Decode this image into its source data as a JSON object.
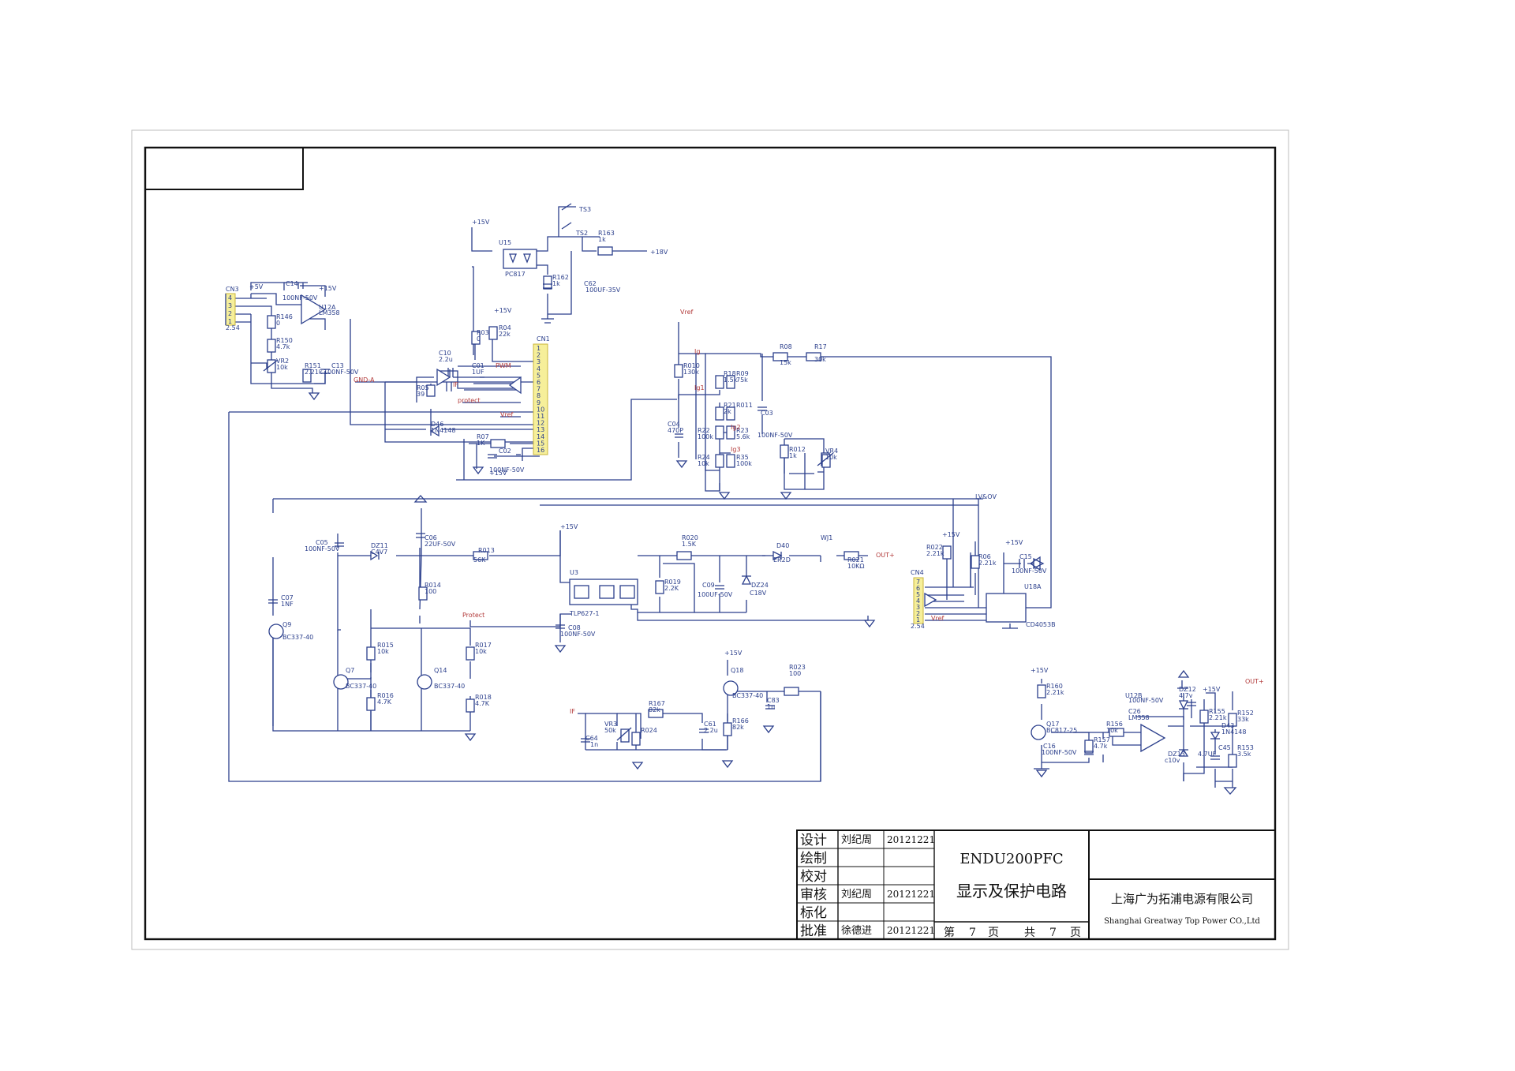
{
  "colors": {
    "wire": "#2b3f8c",
    "label_red": "#b23a3a",
    "frame": "#111111",
    "connector_fill": "#f6ef9a"
  },
  "title_block": {
    "role_labels": [
      "设计",
      "绘制",
      "校对",
      "审核",
      "标化",
      "批准"
    ],
    "names": [
      "刘纪周",
      "",
      "",
      "刘纪周",
      "",
      "徐德进"
    ],
    "dates": [
      "20121221",
      "",
      "",
      "20121221",
      "",
      "20121221"
    ],
    "drawing_no": "ENDU200PFC",
    "drawing_title": "显示及保护电路",
    "sheet_label": "第",
    "sheet_no": "7",
    "page_label": "页",
    "total_label": "共",
    "total_no": "7",
    "total_page_label": "页",
    "company_cn": "上海广为拓浦电源有限公司",
    "company_en": "Shanghai Greatway Top Power CO.,Ltd"
  },
  "schematic": {
    "labels": [
      {
        "t": "CN3"
      },
      {
        "t": "+5V"
      },
      {
        "t": "C14"
      },
      {
        "t": "+15V"
      },
      {
        "t": "100NF-50V"
      },
      {
        "t": "U12A"
      },
      {
        "t": "LM358"
      },
      {
        "t": "R146"
      },
      {
        "t": "0"
      },
      {
        "t": "R150"
      },
      {
        "t": "4.7k"
      },
      {
        "t": "VR2"
      },
      {
        "t": "10k"
      },
      {
        "t": "R151"
      },
      {
        "t": "2.21k"
      },
      {
        "t": "C13"
      },
      {
        "t": "100NF-50V"
      },
      {
        "t": "2.54"
      },
      {
        "t": "+15V"
      },
      {
        "t": "U15"
      },
      {
        "t": "PC817"
      },
      {
        "t": "TS3"
      },
      {
        "t": "TS2"
      },
      {
        "t": "R163"
      },
      {
        "t": "1k"
      },
      {
        "t": "+18V"
      },
      {
        "t": "R162"
      },
      {
        "t": "1k"
      },
      {
        "t": "C62"
      },
      {
        "t": "100UF-35V"
      },
      {
        "t": "+15V"
      },
      {
        "t": "R03"
      },
      {
        "t": "0"
      },
      {
        "t": "R04"
      },
      {
        "t": "22k"
      },
      {
        "t": "CN1"
      },
      {
        "t": "C10"
      },
      {
        "t": "2.2u"
      },
      {
        "t": "C01"
      },
      {
        "t": "1UF"
      },
      {
        "t": "PWM"
      },
      {
        "t": "GND-A"
      },
      {
        "t": "R05"
      },
      {
        "t": "39"
      },
      {
        "t": "IF"
      },
      {
        "t": "protect"
      },
      {
        "t": "Vref"
      },
      {
        "t": "D46"
      },
      {
        "t": "1N4148"
      },
      {
        "t": "R07"
      },
      {
        "t": "1K"
      },
      {
        "t": "C02"
      },
      {
        "t": "100NF-50V"
      },
      {
        "t": "+15V"
      },
      {
        "t": "Vref"
      },
      {
        "t": "Ig"
      },
      {
        "t": "Ig1"
      },
      {
        "t": "R010"
      },
      {
        "t": "130k"
      },
      {
        "t": "C04"
      },
      {
        "t": "470P"
      },
      {
        "t": "R18"
      },
      {
        "t": "1.5k"
      },
      {
        "t": "R09"
      },
      {
        "t": "75k"
      },
      {
        "t": "R21"
      },
      {
        "t": "2k"
      },
      {
        "t": "R011"
      },
      {
        "t": "R22"
      },
      {
        "t": "100k"
      },
      {
        "t": "R23"
      },
      {
        "t": "5.6k"
      },
      {
        "t": "R24"
      },
      {
        "t": "10k"
      },
      {
        "t": "R35"
      },
      {
        "t": "100k"
      },
      {
        "t": "Ig2"
      },
      {
        "t": "Ig3"
      },
      {
        "t": "R08"
      },
      {
        "t": "15k"
      },
      {
        "t": "R17"
      },
      {
        "t": "30k"
      },
      {
        "t": "C03"
      },
      {
        "t": "100NF-50V"
      },
      {
        "t": "R012"
      },
      {
        "t": "1k"
      },
      {
        "t": "VR4"
      },
      {
        "t": "10k"
      },
      {
        "t": "LV&OV"
      },
      {
        "t": "C05"
      },
      {
        "t": "100NF-50V"
      },
      {
        "t": "DZ11"
      },
      {
        "t": "C4V7"
      },
      {
        "t": "C06"
      },
      {
        "t": "22UF-50V"
      },
      {
        "t": "R013"
      },
      {
        "t": "56K"
      },
      {
        "t": "+15V"
      },
      {
        "t": "R020"
      },
      {
        "t": "1.5K"
      },
      {
        "t": "D40"
      },
      {
        "t": "ER2D"
      },
      {
        "t": "WJ1"
      },
      {
        "t": "R021"
      },
      {
        "t": "10KΩ"
      },
      {
        "t": "OUT+"
      },
      {
        "t": "U3"
      },
      {
        "t": "TLP627-1"
      },
      {
        "t": "R019"
      },
      {
        "t": "2.2K"
      },
      {
        "t": "C09"
      },
      {
        "t": "100UF-50V"
      },
      {
        "t": "DZ24"
      },
      {
        "t": "C18V"
      },
      {
        "t": "C08"
      },
      {
        "t": "100NF-50V"
      },
      {
        "t": "C07"
      },
      {
        "t": "1NF"
      },
      {
        "t": "Q9"
      },
      {
        "t": "BC337-40"
      },
      {
        "t": "R014"
      },
      {
        "t": "100"
      },
      {
        "t": "Protect"
      },
      {
        "t": "R015"
      },
      {
        "t": "10k"
      },
      {
        "t": "R016"
      },
      {
        "t": "4.7K"
      },
      {
        "t": "Q7"
      },
      {
        "t": "BC337-40"
      },
      {
        "t": "Q14"
      },
      {
        "t": "BC337-40"
      },
      {
        "t": "R017"
      },
      {
        "t": "10k"
      },
      {
        "t": "R018"
      },
      {
        "t": "4.7K"
      },
      {
        "t": "+15V"
      },
      {
        "t": "Q18"
      },
      {
        "t": "BC337-40"
      },
      {
        "t": "R023"
      },
      {
        "t": "100"
      },
      {
        "t": "C83"
      },
      {
        "t": "1n"
      },
      {
        "t": "IF"
      },
      {
        "t": "C64"
      },
      {
        "t": "1n"
      },
      {
        "t": "VR3"
      },
      {
        "t": "50k"
      },
      {
        "t": "R024"
      },
      {
        "t": "R167"
      },
      {
        "t": "82k"
      },
      {
        "t": "C61"
      },
      {
        "t": "2.2u"
      },
      {
        "t": "R166"
      },
      {
        "t": "82k"
      },
      {
        "t": "CN4"
      },
      {
        "t": "R022"
      },
      {
        "t": "2.21k"
      },
      {
        "t": "+15V"
      },
      {
        "t": "R06"
      },
      {
        "t": "2.21k"
      },
      {
        "t": "+15V"
      },
      {
        "t": "C15"
      },
      {
        "t": "100NF-50V"
      },
      {
        "t": "U18A"
      },
      {
        "t": "CD4053B"
      },
      {
        "t": "Vref"
      },
      {
        "t": "2.54"
      },
      {
        "t": "+15V"
      },
      {
        "t": "R160"
      },
      {
        "t": "2.21k"
      },
      {
        "t": "Q17"
      },
      {
        "t": "BC817-25"
      },
      {
        "t": "C16"
      },
      {
        "t": "100NF-50V"
      },
      {
        "t": "R157"
      },
      {
        "t": "4.7k"
      },
      {
        "t": "R156"
      },
      {
        "t": "10k"
      },
      {
        "t": "U12B"
      },
      {
        "t": "100NF-50V"
      },
      {
        "t": "C26"
      },
      {
        "t": "LM358"
      },
      {
        "t": "DZ12"
      },
      {
        "t": "4.7v"
      },
      {
        "t": "+15V"
      },
      {
        "t": "R155"
      },
      {
        "t": "2.21k"
      },
      {
        "t": "OUT+"
      },
      {
        "t": "R152"
      },
      {
        "t": "33k"
      },
      {
        "t": "D43"
      },
      {
        "t": "1N4148"
      },
      {
        "t": "DZ13"
      },
      {
        "t": "c10v"
      },
      {
        "t": "C45"
      },
      {
        "t": "R153"
      },
      {
        "t": "3.5k"
      },
      {
        "t": "4.7UF"
      }
    ],
    "cn1_pins": [
      "1",
      "2",
      "3",
      "4",
      "5",
      "6",
      "7",
      "8",
      "9",
      "10",
      "11",
      "12",
      "13",
      "14",
      "15",
      "16"
    ],
    "cn3_pins": [
      "4",
      "3",
      "2",
      "1"
    ],
    "cn4_pins": [
      "7",
      "6",
      "5",
      "4",
      "3",
      "2",
      "1"
    ]
  }
}
